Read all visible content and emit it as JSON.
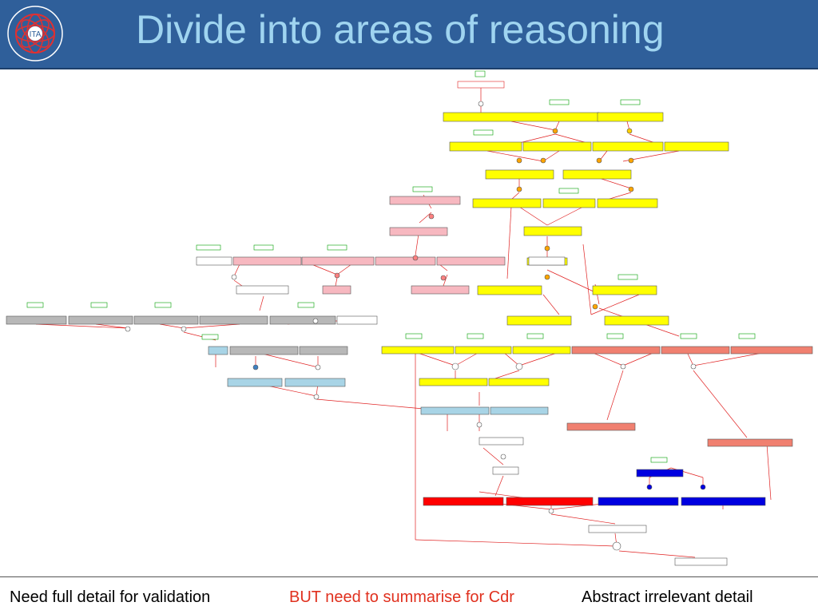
{
  "slide": {
    "title": "Divide into areas of reasoning",
    "logo_text": "ITA",
    "footer": {
      "left": "Need full detail for validation",
      "middle": "BUT need to summarise for Cdr",
      "right": "Abstract irrelevant detail"
    }
  },
  "diagram": {
    "node_colors": {
      "yellow": "#ffff00",
      "pink": "#f7b8c0",
      "gray": "#b8b8b8",
      "lightblue": "#a8d4e6",
      "salmon": "#f08070",
      "red": "#ff0000",
      "blue": "#0000e0",
      "white": "#ffffff",
      "edge": "#e02020",
      "evidence_tag": "#00a000"
    }
  }
}
